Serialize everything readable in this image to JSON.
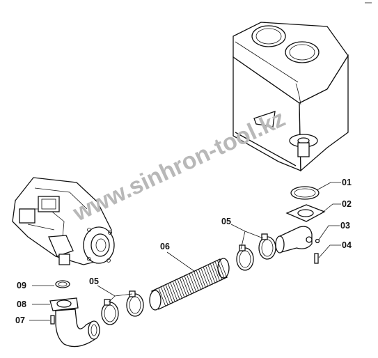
{
  "watermark": "www.sinhron-tool.kz",
  "parts": {
    "p01": "01",
    "p02": "02",
    "p03": "03",
    "p04": "04",
    "p05a": "05",
    "p05b": "05",
    "p06": "06",
    "p07": "07",
    "p08": "08",
    "p09": "09"
  }
}
